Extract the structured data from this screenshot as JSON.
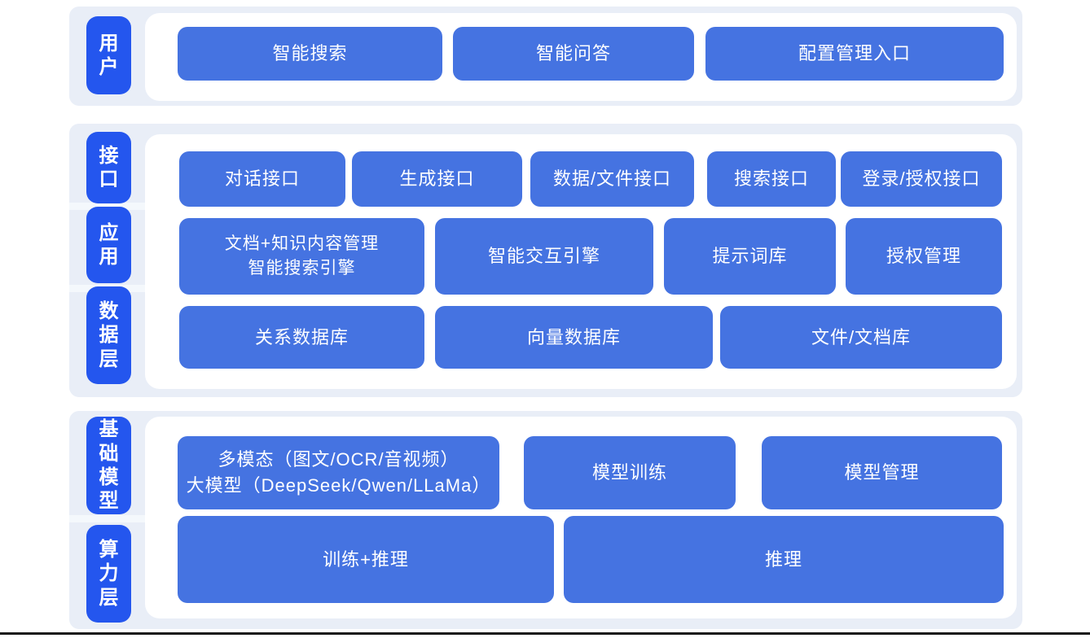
{
  "colors": {
    "pill_blue": "#2456ee",
    "button_blue": "#4573e1",
    "section_bg": "#e9eef7",
    "separator": "#f4f8fc",
    "bottom_line": "#151515"
  },
  "layers": {
    "user": "用户",
    "interface": "接口",
    "application": "应用",
    "data": "数据层",
    "foundation_model": "基础模型",
    "compute": "算力层"
  },
  "blocks": {
    "smart_search": "智能搜索",
    "smart_qa": "智能问答",
    "config_entry": "配置管理入口",
    "dialog_api": "对话接口",
    "generate_api": "生成接口",
    "data_file_api": "数据/文件接口",
    "search_api": "搜索接口",
    "login_auth_api": "登录/授权接口",
    "doc_knowledge_line1": "文档+知识内容管理",
    "doc_knowledge_line2": "智能搜索引擎",
    "interaction_engine": "智能交互引擎",
    "prompt_library": "提示词库",
    "auth_management": "授权管理",
    "relational_db": "关系数据库",
    "vector_db": "向量数据库",
    "file_doc_store": "文件/文档库",
    "multimodal_line1": "多模态（图文/OCR/音视频）",
    "multimodal_line2": "大模型（DeepSeek/Qwen/LLaMa）",
    "model_training": "模型训练",
    "model_management": "模型管理",
    "training_inference": "训练+推理",
    "inference": "推理"
  }
}
